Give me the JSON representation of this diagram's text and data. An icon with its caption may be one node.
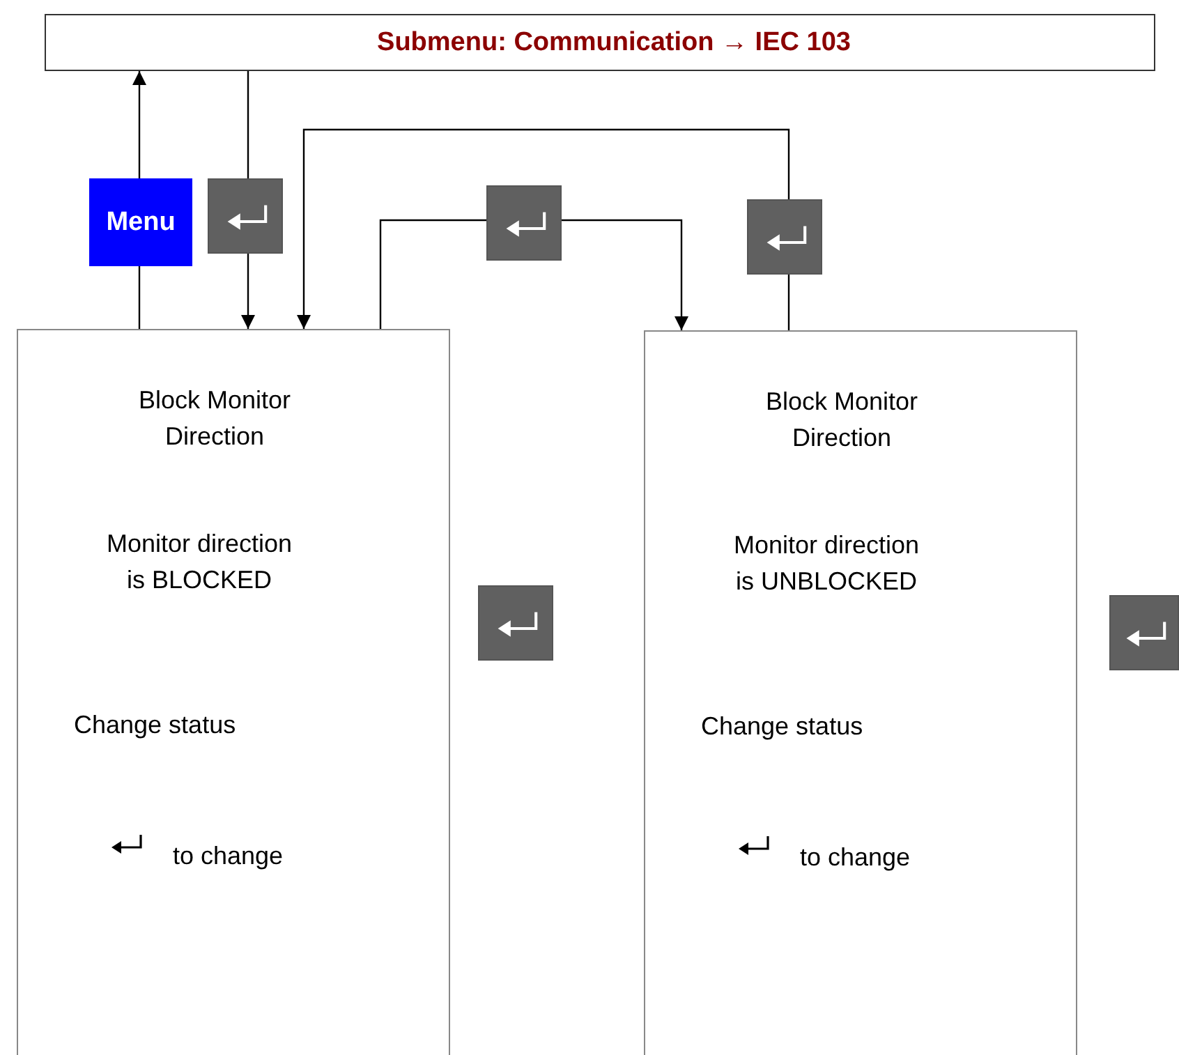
{
  "diagram": {
    "nodes": [
      {
        "text": [
          "Submenu: Communication → IEC 103"
        ]
      },
      {
        "text": [
          "Menu"
        ]
      },
      {
        "text": [],
        "shape": "box"
      },
      {
        "text": [],
        "shape": "box"
      },
      {
        "text": [],
        "shape": "box"
      },
      {
        "text": [
          "Block Monitor Direction",
          "Monitor direction is BLOCKED",
          "Change status",
          "to change"
        ]
      },
      {
        "text": [],
        "shape": "box"
      },
      {
        "text": [
          "Block Monitor Direction",
          "Monitor direction is UNBLOCKED",
          "Change status",
          "to change"
        ]
      },
      {
        "text": [],
        "shape": "box"
      }
    ],
    "edges": [
      {
        "from": 5,
        "to": 1,
        "arrow": "none"
      },
      {
        "from": 1,
        "to": 0,
        "arrow": "to"
      },
      {
        "from": 0,
        "to": 2,
        "arrow": "none"
      },
      {
        "from": 2,
        "to": 5,
        "arrow": "to"
      },
      {
        "from": 7,
        "to": 4,
        "arrow": "none"
      },
      {
        "from": 4,
        "to": 5,
        "arrow": "to"
      },
      {
        "from": 5,
        "to": 3,
        "arrow": "none"
      },
      {
        "from": 3,
        "to": 7,
        "arrow": "to"
      }
    ]
  }
}
